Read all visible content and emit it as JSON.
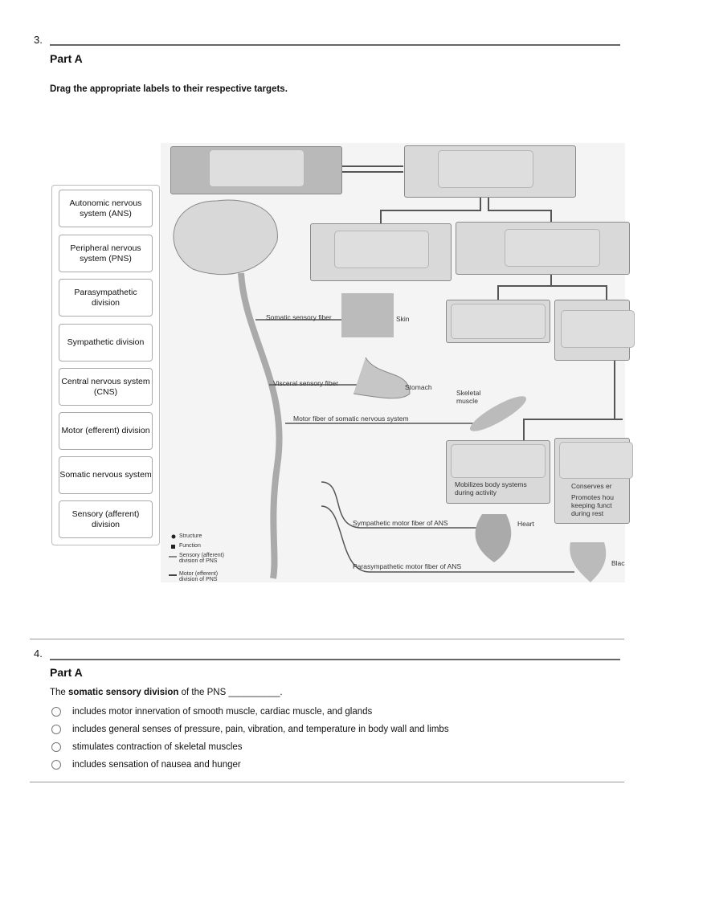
{
  "q3": {
    "number": "3.",
    "part": "Part A",
    "instruction": "Drag the appropriate labels to their respective targets.",
    "labels": [
      "Autonomic nervous system (ANS)",
      "Peripheral nervous system (PNS)",
      "Parasympathetic division",
      "Sympathetic division",
      "Central nervous system (CNS)",
      "Motor (efferent) division",
      "Somatic nervous system",
      "Sensory (afferent) division"
    ],
    "diagram": {
      "somatic_sensory": "Somatic sensory fiber",
      "skin": "Skin",
      "visceral_sensory": "Visceral sensory fiber",
      "stomach": "Stomach",
      "skeletal": "Skeletal muscle",
      "motor_somatic": "Motor fiber of somatic nervous system",
      "sympathetic_fiber": "Sympathetic motor fiber of ANS",
      "heart": "Heart",
      "parasympathetic_fiber": "Parasympathetic motor fiber of ANS",
      "bladder": "Blac",
      "symp_fn": "Mobilizes body systems during activity",
      "para_fn1": "Conserves er",
      "para_fn2": "Promotes hou keeping funct during rest",
      "legend": [
        "Structure",
        "Function",
        "Sensory (afferent) division of PNS",
        "Motor (efferent) division of PNS"
      ]
    }
  },
  "q4": {
    "number": "4.",
    "part": "Part A",
    "stem_pre": "The ",
    "stem_bold": "somatic sensory division",
    "stem_post": " of the PNS __________.",
    "options": [
      "includes motor innervation of smooth muscle, cardiac muscle, and glands",
      "includes general senses of pressure, pain, vibration, and temperature in body wall and limbs",
      "stimulates contraction of skeletal muscles",
      "includes sensation of nausea and hunger"
    ]
  }
}
